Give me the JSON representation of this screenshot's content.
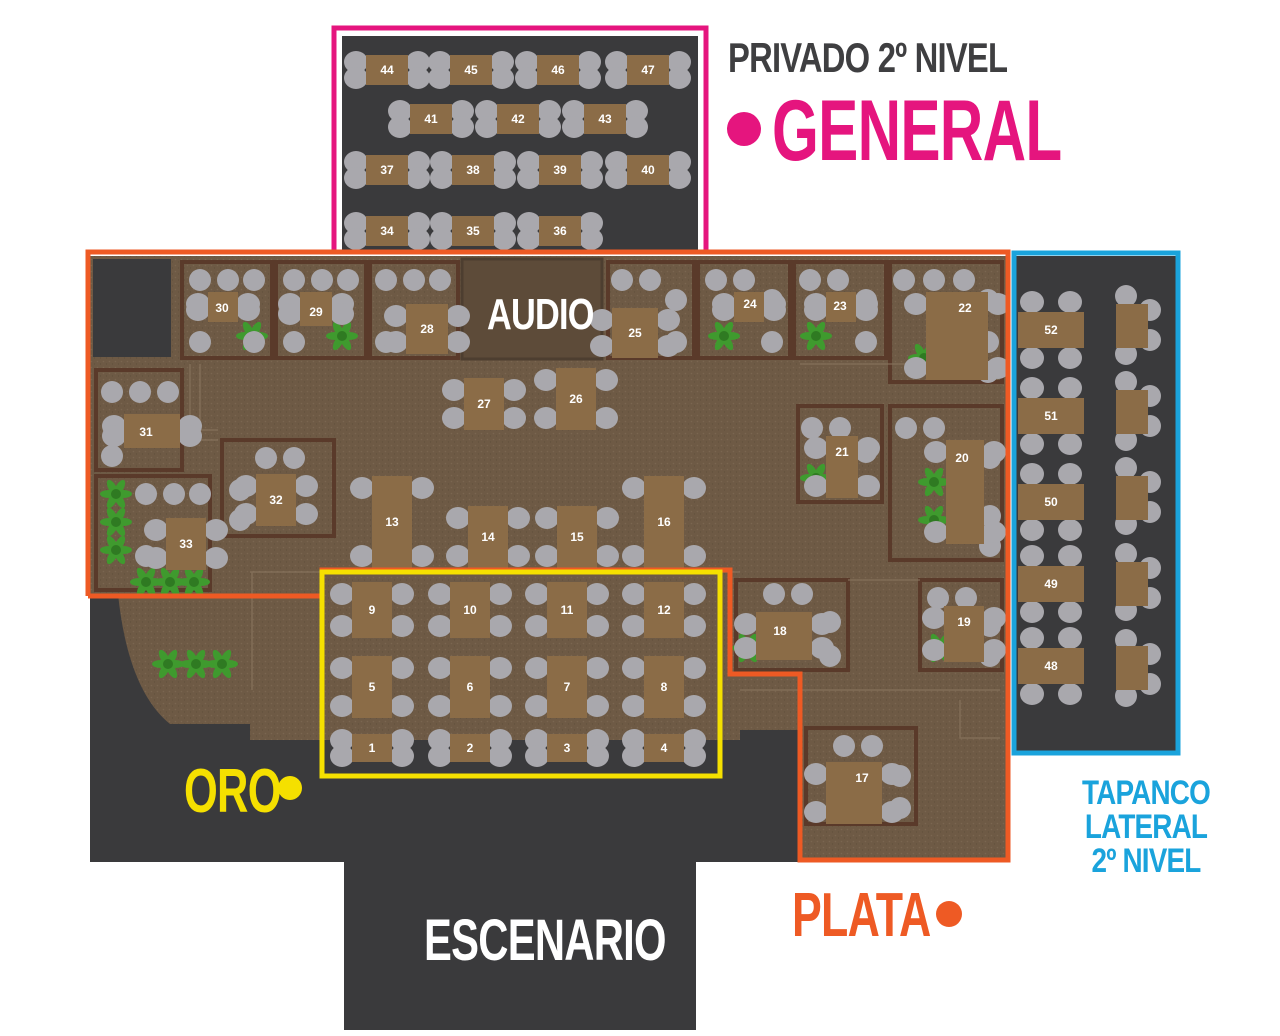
{
  "labels": {
    "privado": "PRIVADO 2º NIVEL",
    "general": "GENERAL",
    "oro": "ORO",
    "plata": "PLATA",
    "tapanco_line1": "TAPANCO LATERAL",
    "tapanco_line2": "2º NIVEL",
    "audio": "AUDIO",
    "escenario": "ESCENARIO"
  },
  "colors": {
    "general": "#e5157e",
    "oro": "#f5e000",
    "plata": "#ee5a24",
    "tapanco": "#1aa3dc",
    "floor": "#6e5a45",
    "dark_floor": "#3a3a3c",
    "table": "#8b6c47",
    "chair": "#a9a8ad",
    "plant": "#3f9a2e"
  },
  "tables": [
    {
      "number": "1",
      "zone": "oro"
    },
    {
      "number": "2",
      "zone": "oro"
    },
    {
      "number": "3",
      "zone": "oro"
    },
    {
      "number": "4",
      "zone": "oro"
    },
    {
      "number": "5",
      "zone": "oro"
    },
    {
      "number": "6",
      "zone": "oro"
    },
    {
      "number": "7",
      "zone": "oro"
    },
    {
      "number": "8",
      "zone": "oro"
    },
    {
      "number": "9",
      "zone": "oro"
    },
    {
      "number": "10",
      "zone": "oro"
    },
    {
      "number": "11",
      "zone": "oro"
    },
    {
      "number": "12",
      "zone": "oro"
    },
    {
      "number": "13",
      "zone": "plata"
    },
    {
      "number": "14",
      "zone": "plata"
    },
    {
      "number": "15",
      "zone": "plata"
    },
    {
      "number": "16",
      "zone": "plata"
    },
    {
      "number": "17",
      "zone": "plata"
    },
    {
      "number": "18",
      "zone": "plata"
    },
    {
      "number": "19",
      "zone": "plata"
    },
    {
      "number": "20",
      "zone": "plata"
    },
    {
      "number": "21",
      "zone": "plata"
    },
    {
      "number": "22",
      "zone": "plata"
    },
    {
      "number": "23",
      "zone": "plata"
    },
    {
      "number": "24",
      "zone": "plata"
    },
    {
      "number": "25",
      "zone": "plata"
    },
    {
      "number": "26",
      "zone": "plata"
    },
    {
      "number": "27",
      "zone": "plata"
    },
    {
      "number": "28",
      "zone": "plata"
    },
    {
      "number": "29",
      "zone": "plata"
    },
    {
      "number": "30",
      "zone": "plata"
    },
    {
      "number": "31",
      "zone": "plata"
    },
    {
      "number": "32",
      "zone": "plata"
    },
    {
      "number": "33",
      "zone": "plata"
    },
    {
      "number": "34",
      "zone": "general"
    },
    {
      "number": "35",
      "zone": "general"
    },
    {
      "number": "36",
      "zone": "general"
    },
    {
      "number": "37",
      "zone": "general"
    },
    {
      "number": "38",
      "zone": "general"
    },
    {
      "number": "39",
      "zone": "general"
    },
    {
      "number": "40",
      "zone": "general"
    },
    {
      "number": "41",
      "zone": "general"
    },
    {
      "number": "42",
      "zone": "general"
    },
    {
      "number": "43",
      "zone": "general"
    },
    {
      "number": "44",
      "zone": "general"
    },
    {
      "number": "45",
      "zone": "general"
    },
    {
      "number": "46",
      "zone": "general"
    },
    {
      "number": "47",
      "zone": "general"
    },
    {
      "number": "48",
      "zone": "tapanco"
    },
    {
      "number": "49",
      "zone": "tapanco"
    },
    {
      "number": "50",
      "zone": "tapanco"
    },
    {
      "number": "51",
      "zone": "tapanco"
    },
    {
      "number": "52",
      "zone": "tapanco"
    }
  ]
}
